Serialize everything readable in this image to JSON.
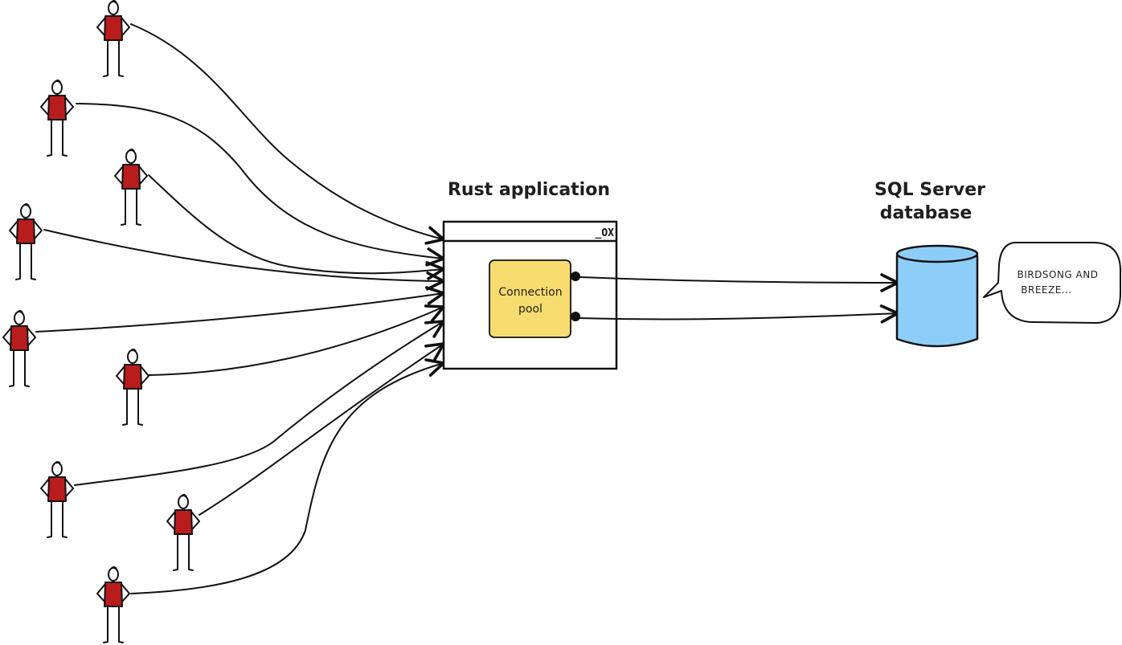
{
  "app_label": "Rust application",
  "window_controls": "_OX",
  "pool_label_line1": "Connection",
  "pool_label_line2": "pool",
  "db_label_line1": "SQL Server",
  "db_label_line2": "database",
  "bubble_line1": "BIRDSONG AND",
  "bubble_line2": "BREEZE...",
  "colors": {
    "person_shirt": "#b91c1c",
    "pool_fill": "#f7dc6f",
    "db_fill": "#8ecdf7",
    "stroke": "#111111"
  },
  "users_count_icons": "person-icon"
}
